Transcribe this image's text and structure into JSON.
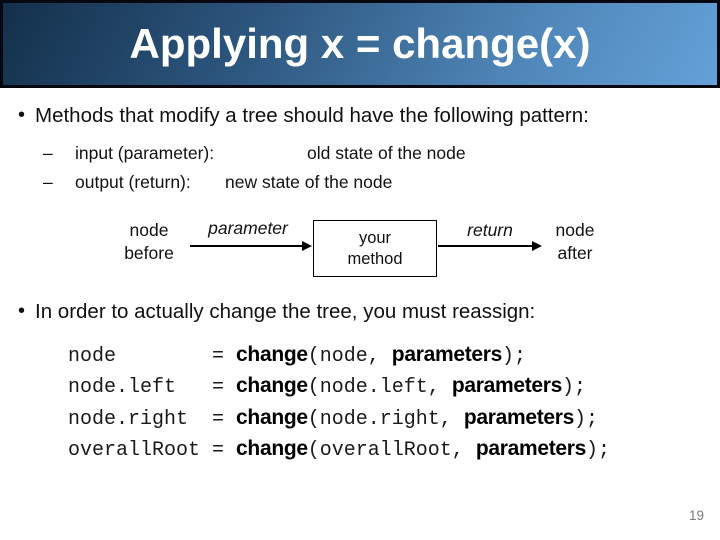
{
  "slide": {
    "title": "Applying x = change(x)",
    "page_number": "19",
    "accent_gradient_top": "#13304b",
    "accent_gradient_bottom": "#64a1d8"
  },
  "bullets": {
    "marker": "•",
    "dash": "–",
    "methods": "Methods that modify a tree should have the following pattern:",
    "sub_input_label": "input (parameter):",
    "sub_input_value": "old state of the node",
    "sub_output_label": "output (return):",
    "sub_output_value": "new state of the node",
    "reassign": "In order to actually change the tree, you must reassign:"
  },
  "diagram": {
    "node_before_line1": "node",
    "node_before_line2": "before",
    "arrow1_label": "parameter",
    "box_line1": "your",
    "box_line2": "method",
    "arrow2_label": "return",
    "node_after_line1": "node",
    "node_after_line2": "after"
  },
  "code": {
    "lines": [
      {
        "name": "node        ",
        "eq": "= ",
        "fn": "change",
        "mid": "(node, ",
        "params": "parameters",
        "end": ");"
      },
      {
        "name": "node.left   ",
        "eq": "= ",
        "fn": "change",
        "mid": "(node.left, ",
        "params": "parameters",
        "end": ");"
      },
      {
        "name": "node.right  ",
        "eq": "= ",
        "fn": "change",
        "mid": "(node.right, ",
        "params": "parameters",
        "end": ");"
      },
      {
        "name": "overallRoot ",
        "eq": "= ",
        "fn": "change",
        "mid": "(overallRoot, ",
        "params": "parameters",
        "end": ");"
      }
    ]
  }
}
